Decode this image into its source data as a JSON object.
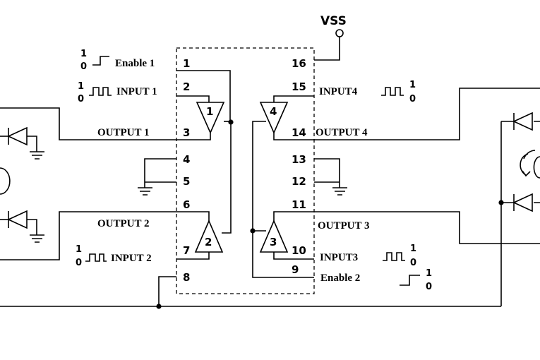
{
  "supply": {
    "label": "VSS"
  },
  "pins": {
    "p1": "1",
    "p2": "2",
    "p3": "3",
    "p4": "4",
    "p5": "5",
    "p6": "6",
    "p7": "7",
    "p8": "8",
    "p9": "9",
    "p10": "10",
    "p11": "11",
    "p12": "12",
    "p13": "13",
    "p14": "14",
    "p15": "15",
    "p16": "16"
  },
  "signals": {
    "enable1": "Enable 1",
    "input1": "INPUT 1",
    "output1": "OUTPUT 1",
    "output2": "OUTPUT 2",
    "input2": "INPUT 2",
    "input4": "INPUT4",
    "output4": "OUTPUT 4",
    "output3": "OUTPUT 3",
    "input3": "INPUT3",
    "enable2": "Enable 2"
  },
  "drivers": {
    "d1": "1",
    "d2": "2",
    "d3": "3",
    "d4": "4"
  },
  "logic_levels": {
    "high": "1",
    "low": "0"
  }
}
